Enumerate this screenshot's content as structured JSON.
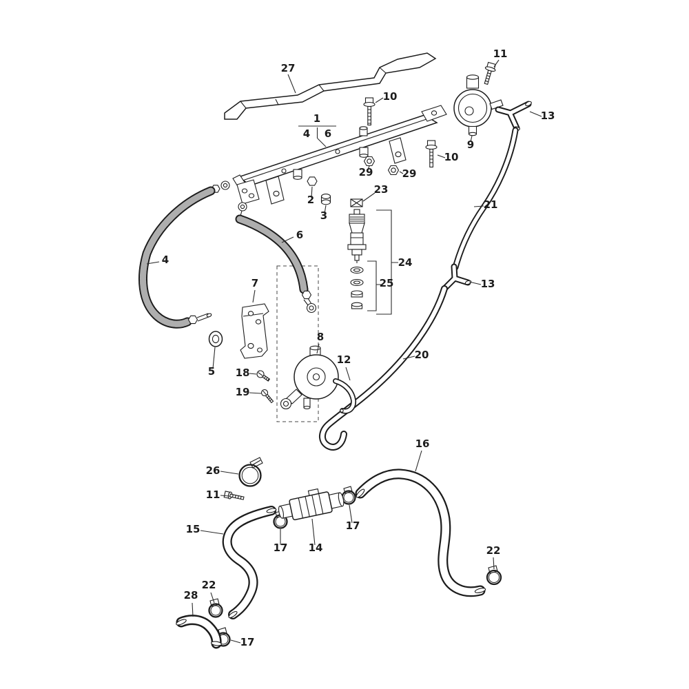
{
  "diagram": {
    "colors": {
      "background": "#ffffff",
      "line": "#1c1c1c"
    },
    "labels": {
      "l27": "27",
      "l11_top": "11",
      "l10_a": "10",
      "l13_top": "13",
      "l9": "9",
      "l1": "1",
      "l4_sub": "4",
      "l6_sub": "6",
      "l10_b": "10",
      "l29_a": "29",
      "l29_b": "29",
      "l23": "23",
      "l2": "2",
      "l3": "3",
      "l21": "21",
      "l6": "6",
      "l24": "24",
      "l25": "25",
      "l4": "4",
      "l13_mid": "13",
      "l7": "7",
      "l8": "8",
      "l12": "12",
      "l20": "20",
      "l5": "5",
      "l18": "18",
      "l19": "19",
      "l16": "16",
      "l26": "26",
      "l11_bottom": "11",
      "l15": "15",
      "l17_a": "17",
      "l14": "14",
      "l17_b": "17",
      "l22_right": "22",
      "l22_left": "22",
      "l28": "28",
      "l17_c": "17"
    }
  }
}
